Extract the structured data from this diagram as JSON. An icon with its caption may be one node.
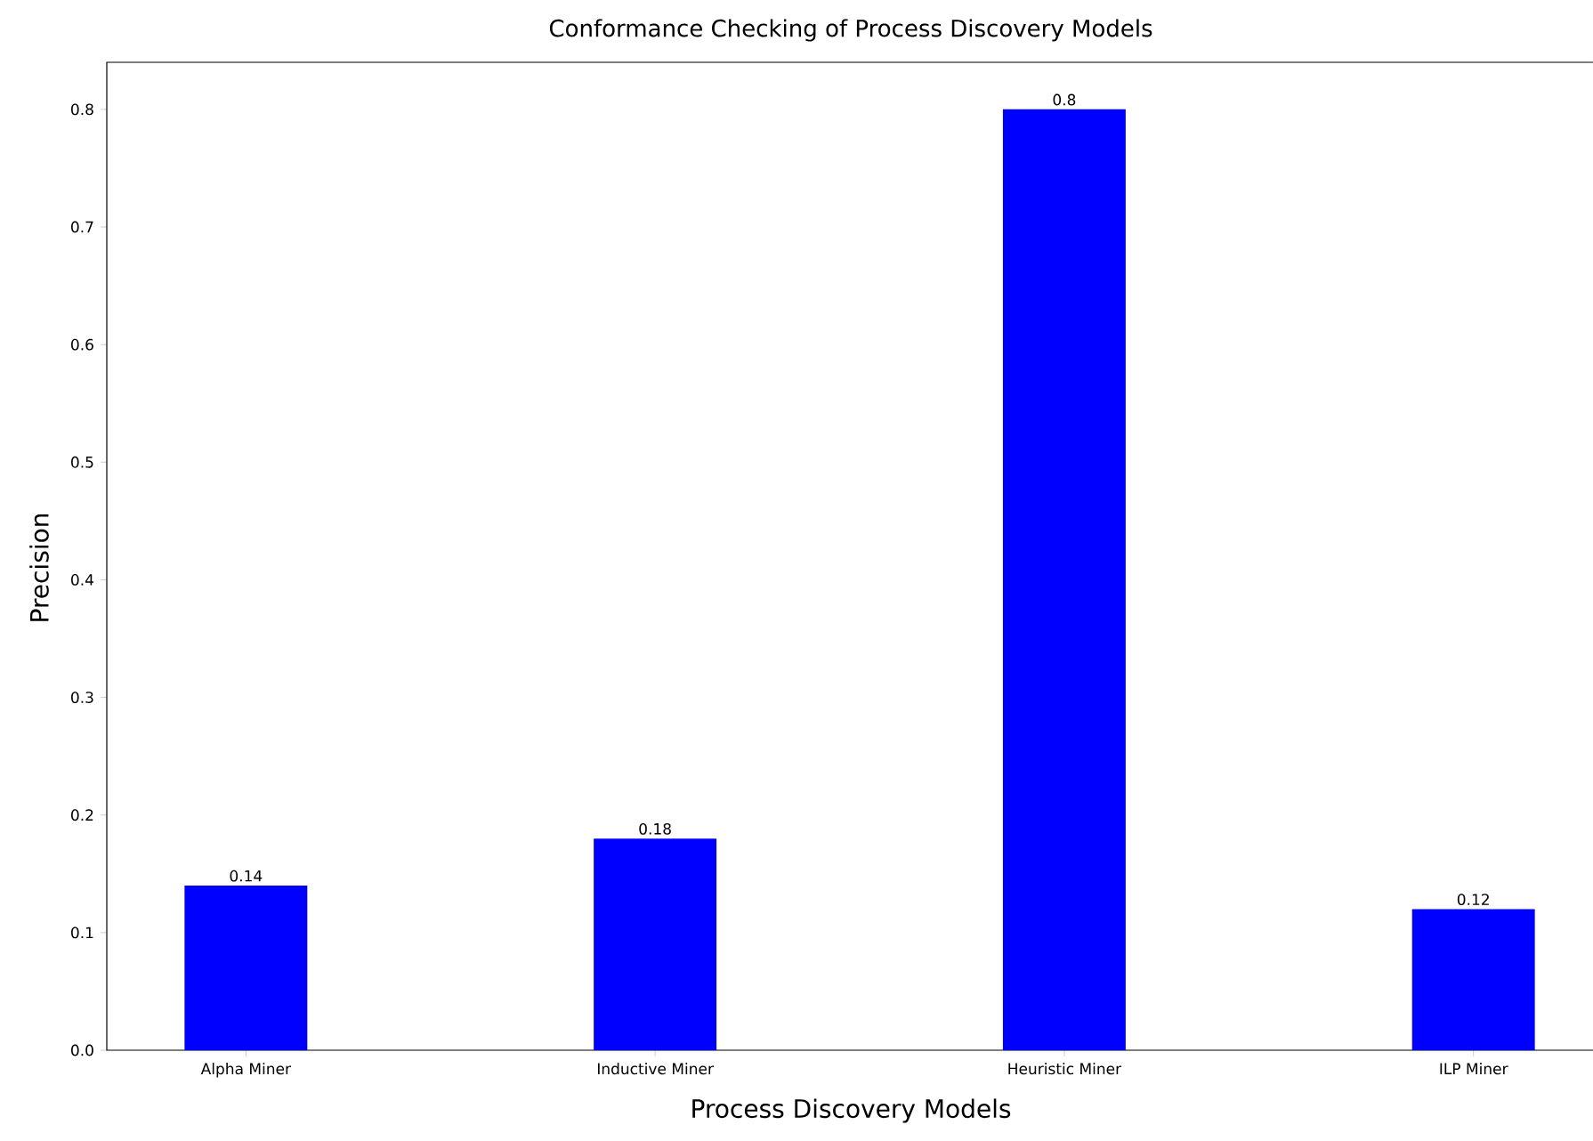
{
  "diagram": {
    "chart_data": {
      "type": "bar",
      "title": "Conformance Checking of Process Discovery Models",
      "xlabel": "Process Discovery Models",
      "ylabel": "Precision",
      "categories": [
        "Alpha Miner",
        "Inductive Miner",
        "Heuristic Miner",
        "ILP Miner"
      ],
      "series": [
        {
          "color": "#0000ff",
          "values": [
            0.14,
            0.18,
            0.8,
            0.12
          ]
        }
      ],
      "ylim": [
        0,
        0.84
      ],
      "yticks": [
        {
          "value": 0,
          "label": "0.0"
        },
        {
          "value": 0.1,
          "label": "0.1"
        },
        {
          "value": 0.2,
          "label": "0.2"
        },
        {
          "value": 0.3,
          "label": "0.3"
        },
        {
          "value": 0.4,
          "label": "0.4"
        },
        {
          "value": 0.5,
          "label": "0.5"
        },
        {
          "value": 0.6,
          "label": "0.6"
        },
        {
          "value": 0.7,
          "label": "0.7"
        },
        {
          "value": 0.8,
          "label": "0.8"
        }
      ],
      "data_labels": true
    }
  }
}
